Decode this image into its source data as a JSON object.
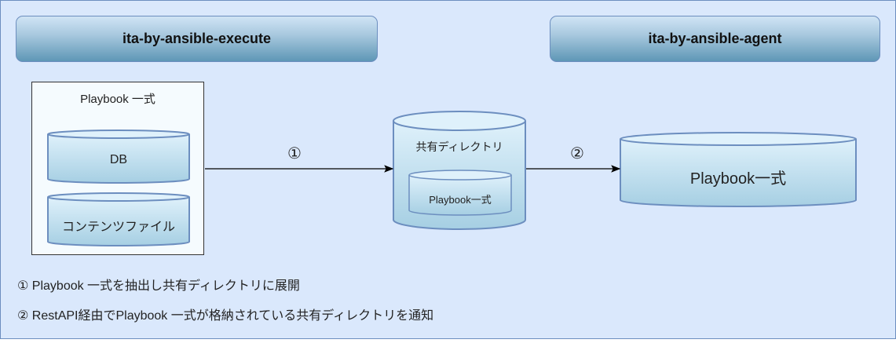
{
  "headers": {
    "left": "ita-by-ansible-execute",
    "right": "ita-by-ansible-agent"
  },
  "playbook_box": {
    "title": "Playbook 一式",
    "items": [
      "DB",
      "コンテンツファイル"
    ]
  },
  "shared_directory": {
    "label": "共有ディレクトリ",
    "inner_label": "Playbook一式"
  },
  "agent_store": {
    "label": "Playbook一式"
  },
  "arrows": {
    "step1": "①",
    "step2": "②"
  },
  "legend": [
    "① Playbook 一式を抽出し共有ディレクトリに展開",
    "② RestAPI経由でPlaybook 一式が格納されている共有ディレクトリを通知"
  ],
  "colors": {
    "background": "#dae8fc",
    "border": "#6c8ebf",
    "cylinder_top": "#dff1fb",
    "cylinder_bottom": "#a6cfe3"
  }
}
